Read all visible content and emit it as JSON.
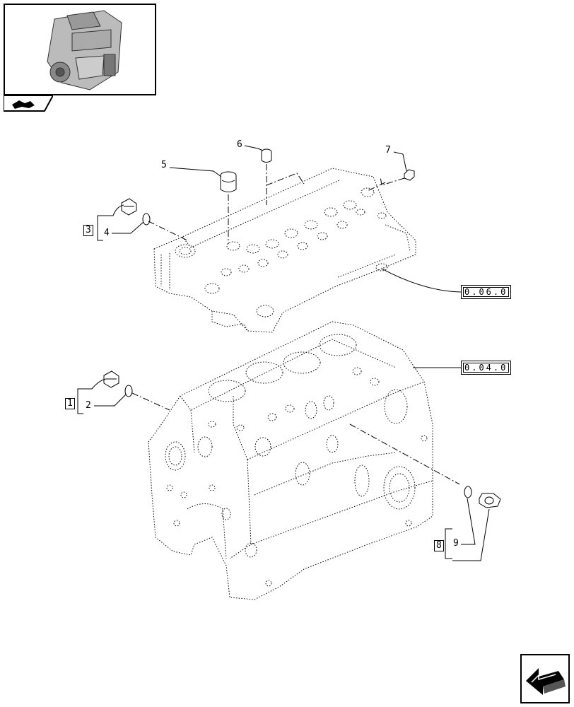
{
  "callouts": {
    "c1": "1",
    "c2": "2",
    "c3": "3",
    "c4": "4",
    "c5": "5",
    "c6": "6",
    "c7": "7",
    "c8": "8",
    "c9": "9"
  },
  "references": {
    "head": "0.06.0",
    "block": "0.04.0"
  },
  "icons": {
    "thumbnail": "engine-thumbnail-icon",
    "tab": "section-tab-icon",
    "nav": "next-page-arrow-icon"
  }
}
